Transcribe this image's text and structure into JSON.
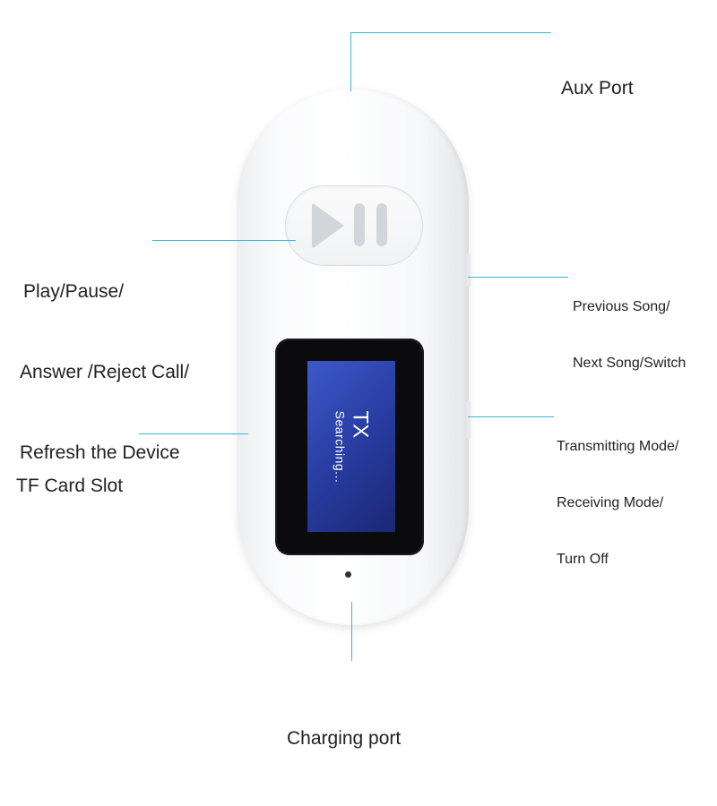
{
  "labels": {
    "aux_port": "Aux Port",
    "play_pause": [
      "Play/Pause/",
      "Answer /Reject Call/",
      "Refresh the Device"
    ],
    "previous_next": [
      "Previous Song/",
      "Next Song/Switch"
    ],
    "tf_card": "TF Card Slot",
    "mode": [
      "Transmitting Mode/",
      "Receiving Mode/",
      "Turn Off"
    ],
    "charging_port": "Charging port"
  },
  "screen": {
    "mode_text": "TX",
    "status_text": "Searching..."
  },
  "colors": {
    "callout_line": "#39b8d3",
    "screen_blue": "#2a3fa6",
    "device_white": "#ffffff"
  }
}
